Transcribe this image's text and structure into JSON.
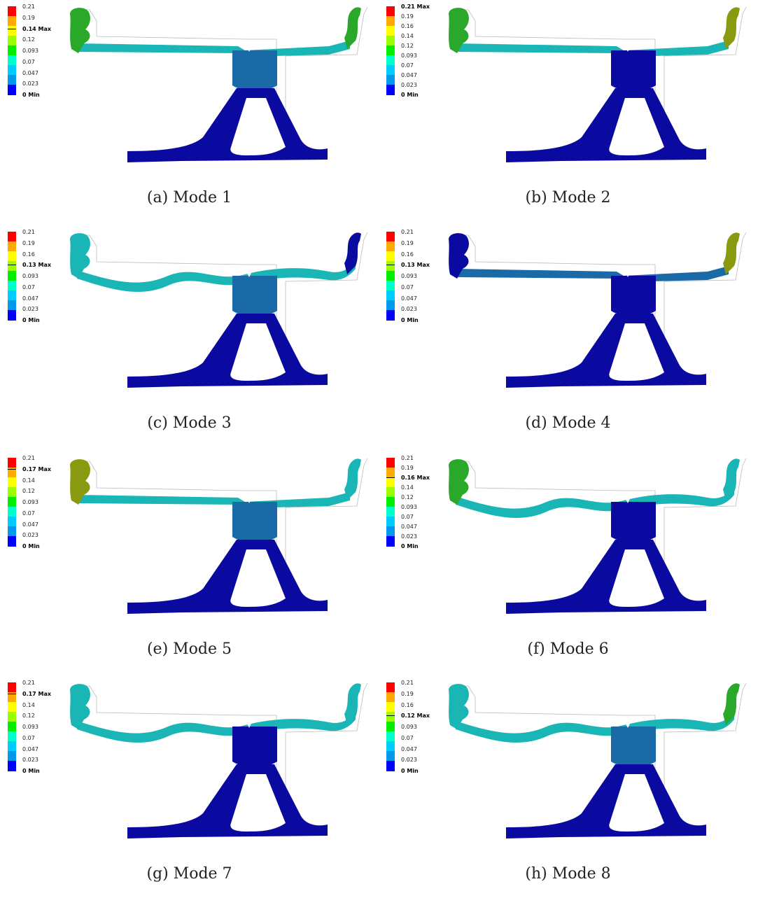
{
  "colors": {
    "scale": [
      "#0000ff",
      "#0099ee",
      "#00ccff",
      "#00ffcc",
      "#00ee00",
      "#99ff00",
      "#ffff00",
      "#ffaa00",
      "#ff0000"
    ],
    "dark_blue": "#0a0aa0",
    "steel_blue": "#1a6aa8",
    "teal": "#1ab5b5",
    "green": "#2aa82a",
    "olive": "#8a9a10",
    "orange_brown": "#aa7a10",
    "outline": "#bbbbbb"
  },
  "panels": [
    {
      "caption": "(a) Mode 1",
      "legend": {
        "ticks": [
          "0.21",
          "0.19",
          "0.14 Max",
          "0.12",
          "0.093",
          "0.07",
          "0.047",
          "0.023",
          "0 Min"
        ],
        "max_value": 0.14
      },
      "fill": {
        "rim": "teal",
        "hub": "steel_blue",
        "left_flange": "green",
        "right_flange": "green",
        "wave": false
      }
    },
    {
      "caption": "(b) Mode 2",
      "legend": {
        "ticks": [
          "0.21 Max",
          "0.19",
          "0.16",
          "0.14",
          "0.12",
          "0.093",
          "0.07",
          "0.047",
          "0.023",
          "0 Min"
        ],
        "max_value": 0.21
      },
      "fill": {
        "rim": "teal",
        "hub": "dark_blue",
        "left_flange": "green",
        "right_flange": "olive",
        "wave": false
      }
    },
    {
      "caption": "(c) Mode 3",
      "legend": {
        "ticks": [
          "0.21",
          "0.19",
          "0.16",
          "0.13 Max",
          "0.093",
          "0.07",
          "0.047",
          "0.023",
          "0 Min"
        ],
        "max_value": 0.13
      },
      "fill": {
        "rim": "teal",
        "hub": "steel_blue",
        "left_flange": "teal",
        "right_flange": "dark_blue",
        "wave": true
      }
    },
    {
      "caption": "(d) Mode 4",
      "legend": {
        "ticks": [
          "0.21",
          "0.19",
          "0.16",
          "0.13 Max",
          "0.093",
          "0.07",
          "0.047",
          "0.023",
          "0 Min"
        ],
        "max_value": 0.13
      },
      "fill": {
        "rim": "steel_blue",
        "hub": "dark_blue",
        "left_flange": "dark_blue",
        "right_flange": "olive",
        "wave": false
      }
    },
    {
      "caption": "(e) Mode 5",
      "legend": {
        "ticks": [
          "0.21",
          "0.17 Max",
          "0.14",
          "0.12",
          "0.093",
          "0.07",
          "0.047",
          "0.023",
          "0 Min"
        ],
        "max_value": 0.17
      },
      "fill": {
        "rim": "teal",
        "hub": "steel_blue",
        "left_flange": "olive",
        "right_flange": "teal",
        "wave": false
      }
    },
    {
      "caption": "(f) Mode 6",
      "legend": {
        "ticks": [
          "0.21",
          "0.19",
          "0.16 Max",
          "0.14",
          "0.12",
          "0.093",
          "0.07",
          "0.047",
          "0.023",
          "0 Min"
        ],
        "max_value": 0.16
      },
      "fill": {
        "rim": "teal",
        "hub": "dark_blue",
        "left_flange": "green",
        "right_flange": "teal",
        "wave": true
      }
    },
    {
      "caption": "(g) Mode 7",
      "legend": {
        "ticks": [
          "0.21",
          "0.17 Max",
          "0.14",
          "0.12",
          "0.093",
          "0.07",
          "0.047",
          "0.023",
          "0 Min"
        ],
        "max_value": 0.17
      },
      "fill": {
        "rim": "teal",
        "hub": "dark_blue",
        "left_flange": "teal",
        "right_flange": "teal",
        "wave": true
      }
    },
    {
      "caption": "(h) Mode 8",
      "legend": {
        "ticks": [
          "0.21",
          "0.19",
          "0.16",
          "0.12 Max",
          "0.093",
          "0.07",
          "0.047",
          "0.023",
          "0 Min"
        ],
        "max_value": 0.12
      },
      "fill": {
        "rim": "teal",
        "hub": "steel_blue",
        "left_flange": "teal",
        "right_flange": "green",
        "wave": true
      }
    }
  ]
}
